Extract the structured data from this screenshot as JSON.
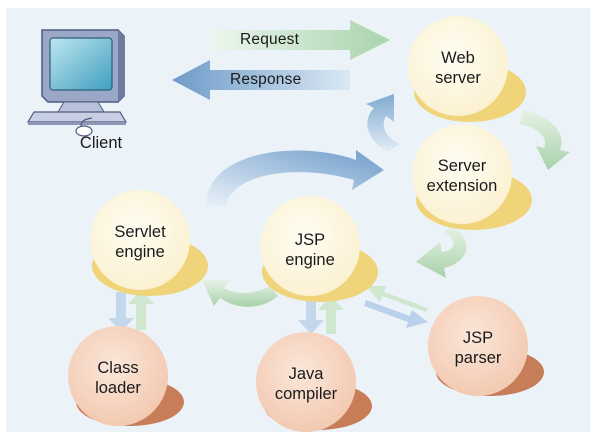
{
  "diagram": {
    "client": {
      "label": "Client"
    },
    "arrows": {
      "request": "Request",
      "response": "Response"
    },
    "nodes": {
      "web_server": "Web\nserver",
      "server_extension": "Server\nextension",
      "servlet_engine": "Servlet\nengine",
      "jsp_engine": "JSP\nengine",
      "class_loader": "Class\nloader",
      "java_compiler": "Java\ncompiler",
      "jsp_parser": "JSP\nparser"
    },
    "colors": {
      "background": "#ebf3f8",
      "server_node_fill": "#fdf5da",
      "server_node_shadow": "#f0d47a",
      "tool_node_fill": "#f8dccb",
      "tool_node_shadow": "#c77d58",
      "green_arrow": "#c8e3c7",
      "blue_arrow": "#7da7cf"
    }
  }
}
